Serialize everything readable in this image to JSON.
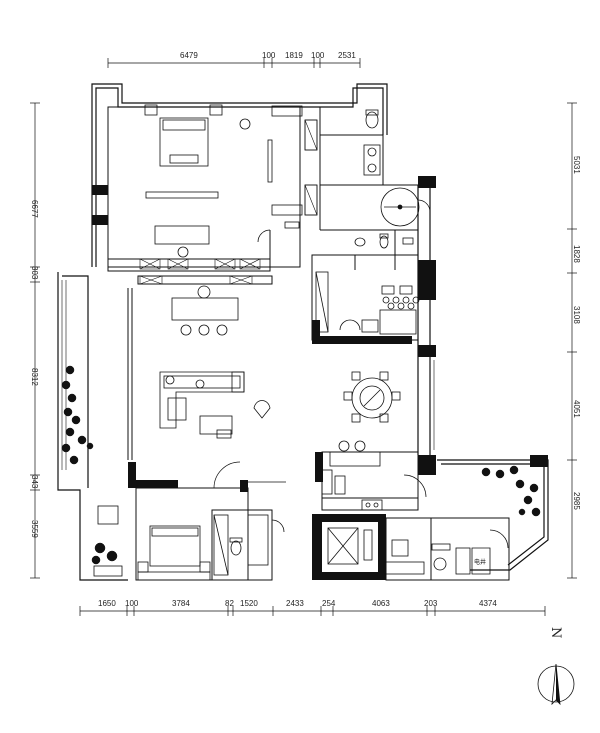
{
  "dimensions": {
    "top": [
      "6479",
      "100",
      "1819",
      "100",
      "2531"
    ],
    "bottom": [
      "1650",
      "100",
      "3784",
      "82",
      "1520",
      "2433",
      "254",
      "4063",
      "203",
      "4374"
    ],
    "left": [
      "6677",
      "303",
      "8312",
      "343",
      "3559"
    ],
    "right": [
      "5031",
      "1828",
      "3108",
      "4051",
      "2985"
    ]
  },
  "room_labels": {
    "elevator_room": "电井"
  },
  "north_label": "N",
  "colors": {
    "line": "#111111",
    "wall_fill": "#111111",
    "background": "#ffffff"
  }
}
